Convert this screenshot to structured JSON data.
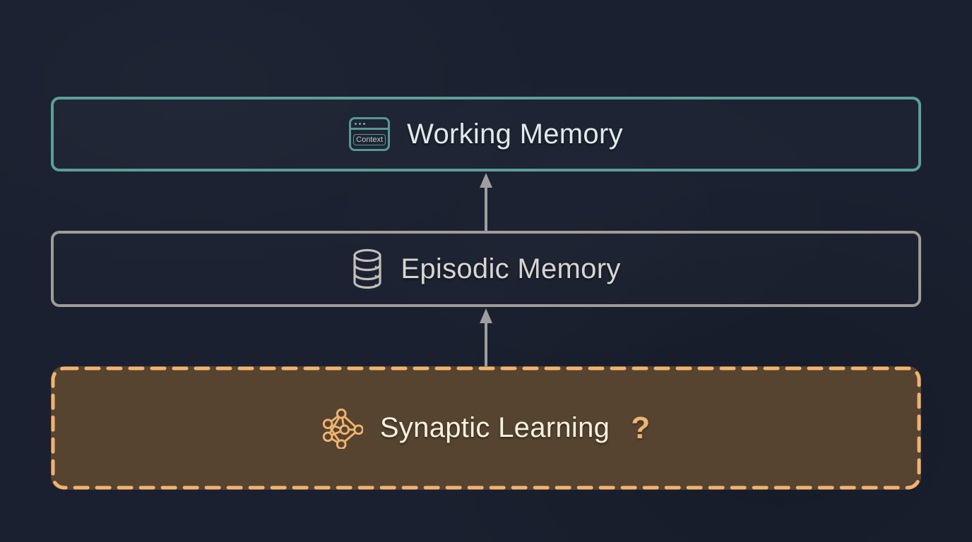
{
  "diagram": {
    "background_color": "#1a202f",
    "nodes": [
      {
        "id": "working-memory",
        "label": "Working Memory",
        "icon": "context-window-icon",
        "icon_label": "Context",
        "border_color": "#5aa097",
        "border_style": "solid",
        "text_color": "#dcebe8"
      },
      {
        "id": "episodic-memory",
        "label": "Episodic Memory",
        "icon": "database-icon",
        "border_color": "#9d9c96",
        "border_style": "solid",
        "text_color": "#d8d5d0"
      },
      {
        "id": "synaptic-learning",
        "label": "Synaptic Learning",
        "question_mark": "?",
        "icon": "neural-network-icon",
        "border_color": "#f0b46e",
        "border_style": "dashed",
        "fill_color": "#564431",
        "text_color": "#f8f1de"
      }
    ],
    "arrows": [
      {
        "from": "episodic-memory",
        "to": "working-memory",
        "color": "#9e9e9e"
      },
      {
        "from": "synaptic-learning",
        "to": "episodic-memory",
        "color": "#9e9e9e"
      }
    ]
  }
}
